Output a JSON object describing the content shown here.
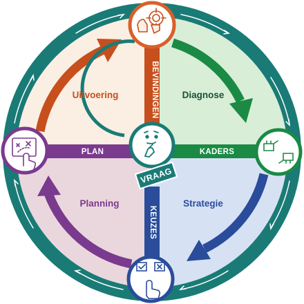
{
  "center_label": "VRAAG",
  "axes": {
    "top": "BEVINDINGEN",
    "left": "PLAN",
    "right": "KADERS",
    "bottom": "KEUZES"
  },
  "quadrants": {
    "top_left": {
      "label": "Uitvoering",
      "color": "#c64f1d",
      "fill": "#fbeee2"
    },
    "top_right": {
      "label": "Diagnose",
      "color": "#1a8a45",
      "fill": "#d8eed6"
    },
    "bottom_right": {
      "label": "Strategie",
      "color": "#2a4c9a",
      "fill": "#d6e2f4"
    },
    "bottom_left": {
      "label": "Planning",
      "color": "#7a3a8e",
      "fill": "#ead7dd"
    }
  },
  "colors": {
    "ring": "#1a7b76",
    "center_stroke": "#1a7b76",
    "top_node": "#d9602a",
    "right_node": "#1a8a45",
    "bottom_node": "#2a4c9a",
    "left_node": "#7a3a8e"
  },
  "icons": {
    "top": "target-hands-icon",
    "right": "framing-hands-icon",
    "bottom": "choice-hand-icon",
    "left": "touch-plan-icon",
    "center": "thinking-face-icon"
  }
}
